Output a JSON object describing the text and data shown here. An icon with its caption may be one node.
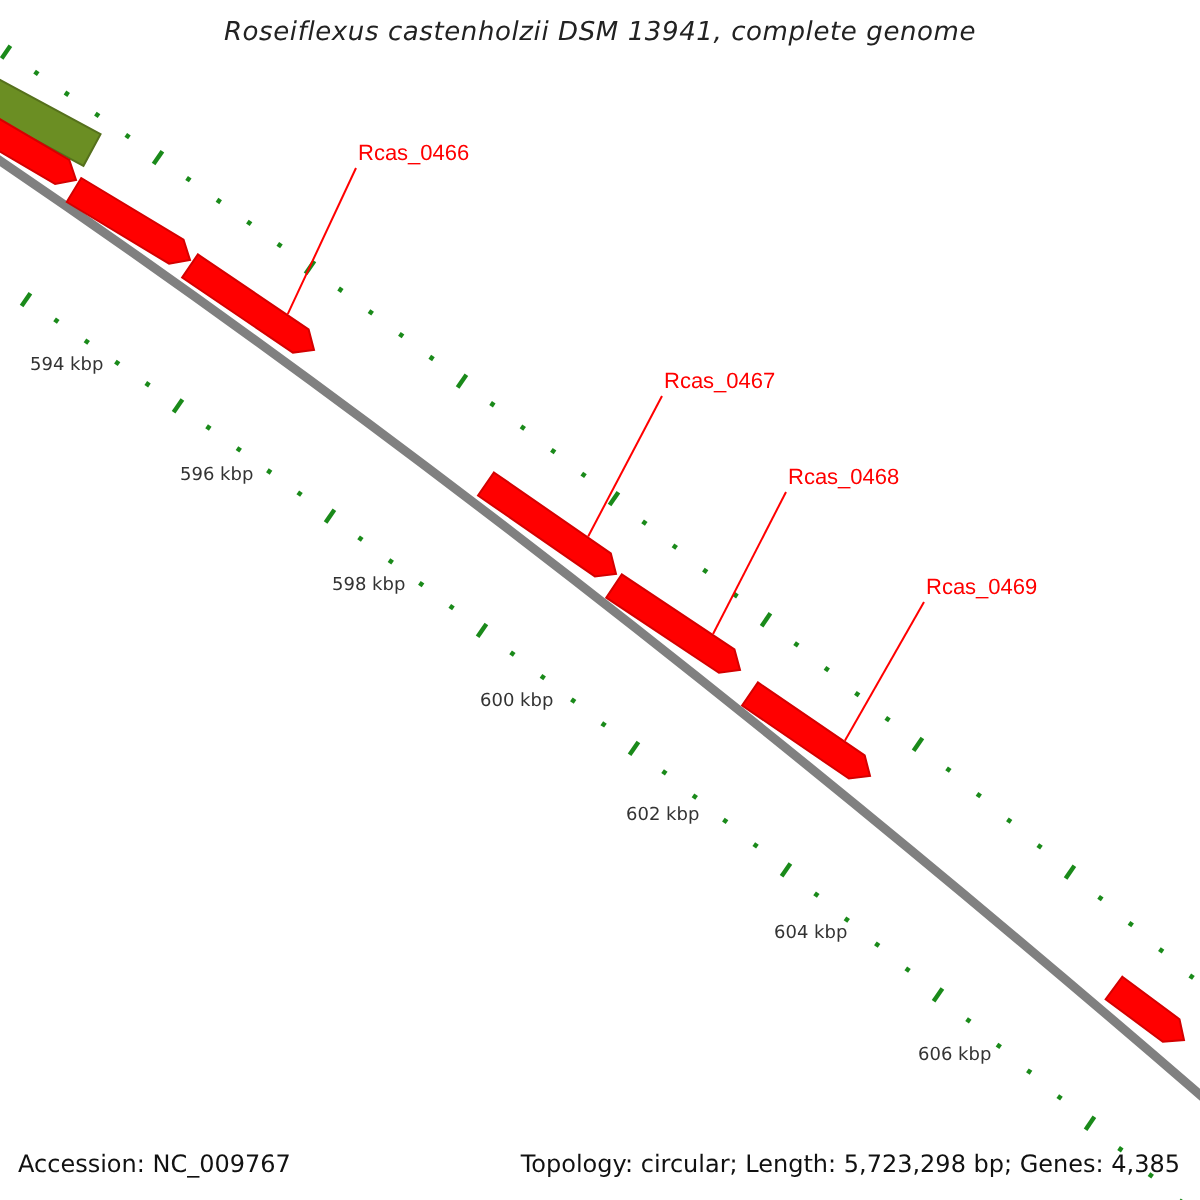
{
  "diagram": {
    "title": "Roseiflexus castenholzii DSM 13941, complete genome",
    "nodes": [
      {
        "text": [
          "Rcas_0466"
        ]
      },
      {
        "text": [
          "Rcas_0467"
        ]
      },
      {
        "text": [
          "Rcas_0468"
        ]
      },
      {
        "text": [
          "Rcas_0469"
        ]
      },
      {
        "text": [],
        "shape": "bar"
      },
      {
        "text": [],
        "shape": "bar"
      },
      {
        "text": [],
        "shape": "bar"
      },
      {
        "text": [],
        "shape": "bar"
      },
      {
        "text": [],
        "shape": "bar"
      },
      {
        "text": [],
        "shape": "bar"
      },
      {
        "text": [],
        "shape": "bar"
      },
      {
        "text": [],
        "shape": "bar"
      }
    ],
    "edges": [
      {
        "from": 0,
        "to": 7,
        "arrow": "none"
      },
      {
        "from": 1,
        "to": 8,
        "arrow": "none"
      },
      {
        "from": 2,
        "to": 9,
        "arrow": "none"
      },
      {
        "from": 3,
        "to": 10,
        "arrow": "none"
      }
    ],
    "labels": [
      "594 kbp",
      "596 kbp",
      "598 kbp",
      "600 kbp",
      "602 kbp",
      "604 kbp",
      "606 kbp",
      "Accession: NC_009767",
      "Topology: circular; Length: 5,723,298 bp; Genes: 4,385"
    ]
  }
}
